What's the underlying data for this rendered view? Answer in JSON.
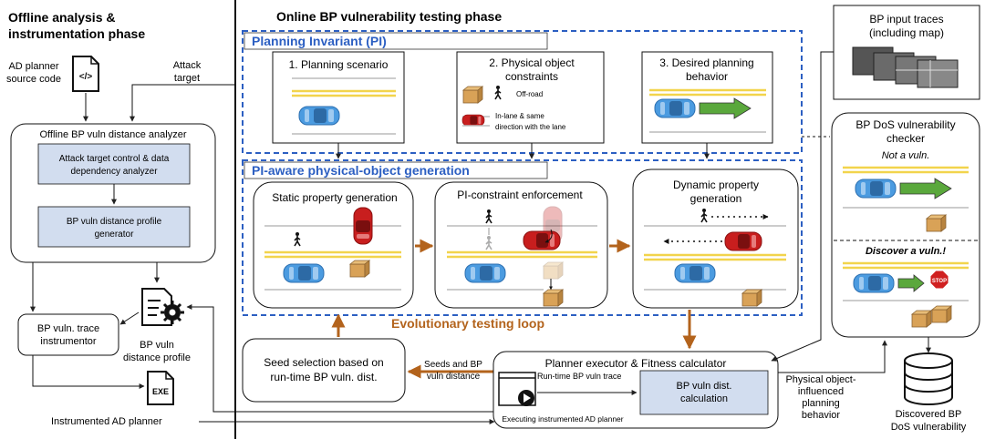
{
  "offline": {
    "title_line1": "Offline analysis &",
    "title_line2": "instrumentation phase",
    "source_line1": "AD planner",
    "source_line2": "source code",
    "attack_line1": "Attack",
    "attack_line2": "target",
    "analyzer_title": "Offline BP vuln distance analyzer",
    "box1_line1": "Attack target control & data",
    "box1_line2": "dependency analyzer",
    "box2_line1": "BP vuln distance profile",
    "box2_line2": "generator",
    "profile_line1": "BP vuln",
    "profile_line2": "distance profile",
    "instrumentor_line1": "BP vuln. trace",
    "instrumentor_line2": "instrumentor",
    "exe": "EXE",
    "instrumented_planner": "Instrumented AD planner"
  },
  "online": {
    "title": "Online BP vulnerability testing phase",
    "pi_title": "Planning Invariant (PI)",
    "scenario_title": "1. Planning scenario",
    "constraints_line1": "2. Physical object",
    "constraints_line2": "constraints",
    "offroad": "Off-road",
    "inlane_line1": "In-lane & same",
    "inlane_line2": "direction with the lane",
    "desired_line1": "3. Desired planning",
    "desired_line2": "behavior",
    "gen_title": "PI-aware physical-object generation",
    "static_title": "Static property generation",
    "enforce_title": "PI-constraint enforcement",
    "dynamic_line1": "Dynamic property",
    "dynamic_line2": "generation",
    "loop_title": "Evolutionary testing loop",
    "seed_line1": "Seed selection based on",
    "seed_line2": "run-time BP vuln. dist.",
    "seeds_line1": "Seeds and BP",
    "seeds_line2": "vuln distance",
    "executor_title": "Planner executor & Fitness calculator",
    "runtime_trace": "Run-time BP vuln trace",
    "calc_line1": "BP vuln dist.",
    "calc_line2": "calculation",
    "executing": "Executing instrumented AD planner"
  },
  "right": {
    "inputs_line1": "BP input traces",
    "inputs_line2": "(including map)",
    "checker_line1": "BP DoS vulnerability",
    "checker_line2": "checker",
    "not_vuln": "Not a vuln.",
    "discover": "Discover a vuln.!",
    "stop": "STOP",
    "influenced_line1": "Physical object-",
    "influenced_line2": "influenced",
    "influenced_line3": "planning",
    "influenced_line4": "behavior",
    "discovered_line1": "Discovered BP",
    "discovered_line2": "DoS vulnerability"
  },
  "colors": {
    "blue_dash": "#2c5fc2",
    "loop_brown": "#b3631c",
    "box_fill": "#d2ddef",
    "car_blue": "#4b9be0",
    "car_red": "#c81e1e",
    "lane_yellow": "#f2d44c",
    "arrow_green": "#5aa83c",
    "box_tan": "#d9a257"
  }
}
